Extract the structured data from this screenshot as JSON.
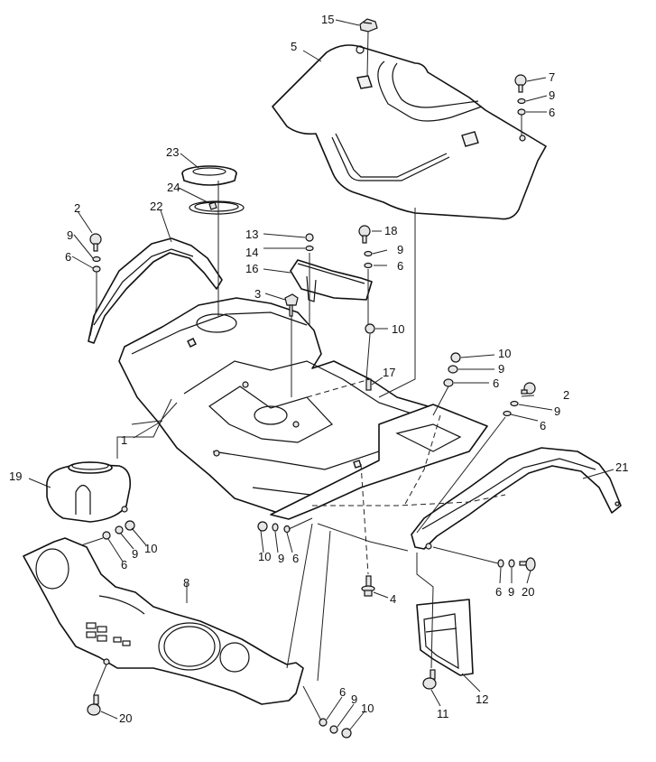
{
  "diagram": {
    "title": "",
    "type": "exploded-parts-diagram",
    "subject": "ATV front body panels / fenders exploded view",
    "callouts": [
      {
        "id": "c15",
        "label": "15",
        "part": "cap"
      },
      {
        "id": "c5",
        "label": "5",
        "part": "seat cover panel"
      },
      {
        "id": "c7",
        "label": "7",
        "part": "screw"
      },
      {
        "id": "c9a",
        "label": "9",
        "part": "washer"
      },
      {
        "id": "c6a",
        "label": "6",
        "part": "washer"
      },
      {
        "id": "c23",
        "label": "23",
        "part": "fuel cap"
      },
      {
        "id": "c24",
        "label": "24",
        "part": "ring"
      },
      {
        "id": "c2a",
        "label": "2",
        "part": "screw"
      },
      {
        "id": "c9b",
        "label": "9",
        "part": "washer"
      },
      {
        "id": "c6b",
        "label": "6",
        "part": "washer"
      },
      {
        "id": "c22",
        "label": "22",
        "part": "left fender trim"
      },
      {
        "id": "c13",
        "label": "13",
        "part": "nut"
      },
      {
        "id": "c14",
        "label": "14",
        "part": "washer"
      },
      {
        "id": "c16",
        "label": "16",
        "part": "bracket"
      },
      {
        "id": "c3",
        "label": "3",
        "part": "bolt"
      },
      {
        "id": "c18",
        "label": "18",
        "part": "screw"
      },
      {
        "id": "c9c",
        "label": "9",
        "part": "washer"
      },
      {
        "id": "c6c",
        "label": "6",
        "part": "washer"
      },
      {
        "id": "c10a",
        "label": "10",
        "part": "grommet"
      },
      {
        "id": "c17",
        "label": "17",
        "part": "bolt"
      },
      {
        "id": "c10b",
        "label": "10",
        "part": "grommet"
      },
      {
        "id": "c9d",
        "label": "9",
        "part": "washer"
      },
      {
        "id": "c6d",
        "label": "6",
        "part": "washer"
      },
      {
        "id": "c2b",
        "label": "2",
        "part": "screw"
      },
      {
        "id": "c9e",
        "label": "9",
        "part": "washer"
      },
      {
        "id": "c6e",
        "label": "6",
        "part": "washer"
      },
      {
        "id": "c1",
        "label": "1",
        "part": "front body / fender assembly"
      },
      {
        "id": "c21",
        "label": "21",
        "part": "right fender trim"
      },
      {
        "id": "c19",
        "label": "19",
        "part": "reservoir tank"
      },
      {
        "id": "c6f",
        "label": "6",
        "part": "washer"
      },
      {
        "id": "c9f",
        "label": "9",
        "part": "washer"
      },
      {
        "id": "c10c",
        "label": "10",
        "part": "grommet"
      },
      {
        "id": "c10d",
        "label": "10",
        "part": "grommet"
      },
      {
        "id": "c9g",
        "label": "9",
        "part": "washer"
      },
      {
        "id": "c6g",
        "label": "6",
        "part": "washer"
      },
      {
        "id": "c8",
        "label": "8",
        "part": "front dash panel"
      },
      {
        "id": "c4",
        "label": "4",
        "part": "bolt"
      },
      {
        "id": "c6h",
        "label": "6",
        "part": "washer"
      },
      {
        "id": "c9h",
        "label": "9",
        "part": "washer"
      },
      {
        "id": "c20a",
        "label": "20",
        "part": "screw"
      },
      {
        "id": "c12",
        "label": "12",
        "part": "mud flap"
      },
      {
        "id": "c11",
        "label": "11",
        "part": "screw"
      },
      {
        "id": "c20b",
        "label": "20",
        "part": "screw"
      },
      {
        "id": "c6i",
        "label": "6",
        "part": "washer"
      },
      {
        "id": "c9i",
        "label": "9",
        "part": "washer"
      },
      {
        "id": "c10e",
        "label": "10",
        "part": "grommet"
      }
    ]
  }
}
